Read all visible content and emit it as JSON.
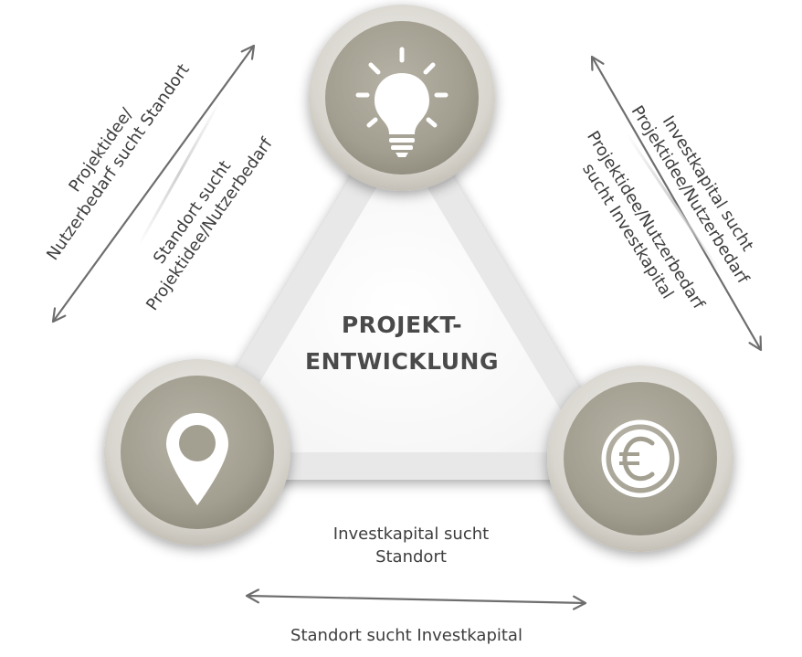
{
  "center": {
    "line1": "PROJEKT-",
    "line2": "ENTWICKLUNG"
  },
  "nodes": [
    {
      "icon": "lightbulb-icon"
    },
    {
      "icon": "location-pin-icon"
    },
    {
      "icon": "euro-coin-icon"
    }
  ],
  "labels": {
    "left_outer_1": "Projektidee/",
    "left_outer_2": "Nutzerbedarf sucht Standort",
    "left_inner_1": "Standort sucht",
    "left_inner_2": "Projektidee/Nutzerbedarf",
    "right_outer_1": "Investkapital sucht",
    "right_outer_2": "Projektidee/Nutzerbedarf",
    "right_inner_1": "Projektidee/Nutzerbedarf",
    "right_inner_2": "sucht Investkapital",
    "bottom_top_1": "Investkapital sucht",
    "bottom_top_2": "Standort",
    "bottom_below": "Standort sucht Investkapital"
  },
  "colors": {
    "node_fill": "#a39f91",
    "node_ring": "#d6d3cc",
    "arrow": "#6e6e6e",
    "text": "#3d3d3d",
    "triangle": "#f3f3f3"
  }
}
